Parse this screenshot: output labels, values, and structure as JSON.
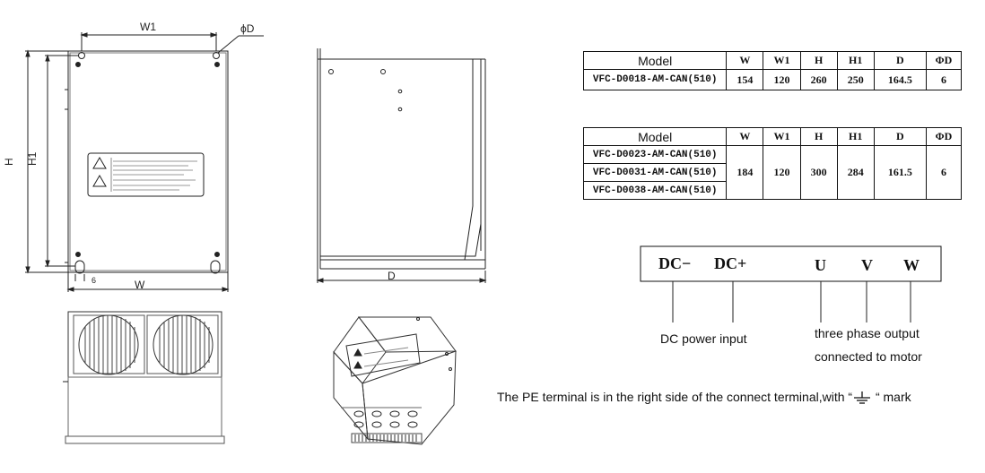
{
  "front_view": {
    "labels": {
      "w1": "W1",
      "phi_d": "ϕD",
      "h": "H",
      "h1": "H1",
      "w": "W",
      "small": "6"
    }
  },
  "side_view": {
    "labels": {
      "d": "D"
    }
  },
  "table1": {
    "headers": [
      "Model",
      "W",
      "W1",
      "H",
      "H1",
      "D",
      "ΦD"
    ],
    "rows": [
      {
        "model": "VFC-D0018-AM-CAN(510)",
        "w": "154",
        "w1": "120",
        "h": "260",
        "h1": "250",
        "d": "164.5",
        "phi": "6"
      }
    ]
  },
  "table2": {
    "headers": [
      "Model",
      "W",
      "W1",
      "H",
      "H1",
      "D",
      "ΦD"
    ],
    "models": [
      "VFC-D0023-AM-CAN(510)",
      "VFC-D0031-AM-CAN(510)",
      "VFC-D0038-AM-CAN(510)"
    ],
    "values": {
      "w": "184",
      "w1": "120",
      "h": "300",
      "h1": "284",
      "d": "161.5",
      "phi": "6"
    }
  },
  "terminal": {
    "labels": [
      "DC−",
      "DC+",
      "U",
      "V",
      "W"
    ],
    "caption_dc": "DC power input",
    "caption_motor_1": "three phase output",
    "caption_motor_2": "connected to motor",
    "pe_note_before": "The PE terminal is in the right side of the connect terminal,with “",
    "pe_note_after": " “ mark"
  }
}
